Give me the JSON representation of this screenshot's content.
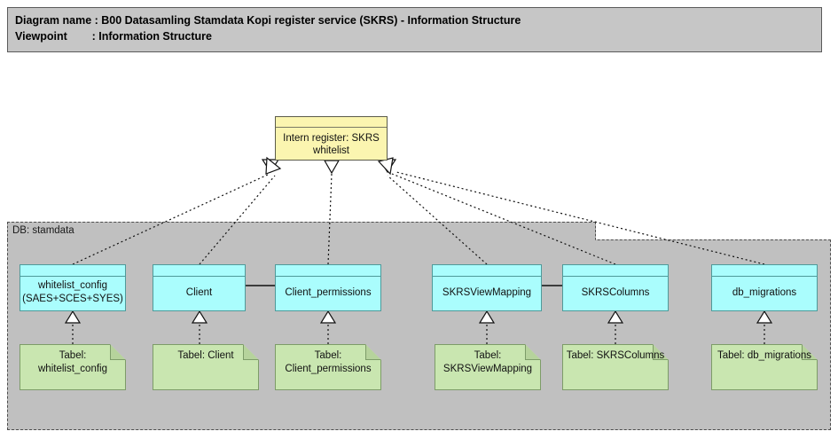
{
  "header": {
    "line1": "Diagram name : B00 Datasamling Stamdata Kopi register service (SKRS) - Information Structure",
    "line2": "Viewpoint        : Information Structure"
  },
  "container": {
    "label": "DB: stamdata"
  },
  "nodes": {
    "register": {
      "label": "Intern register: SKRS\nwhitelist"
    },
    "entities": [
      {
        "label": "whitelist_config\n(SAES+SCES+SYES)"
      },
      {
        "label": "Client"
      },
      {
        "label": "Client_permissions"
      },
      {
        "label": "SKRSViewMapping"
      },
      {
        "label": "SKRSColumns"
      },
      {
        "label": "db_migrations"
      }
    ],
    "tables": [
      {
        "label": "Tabel:\nwhitelist_config"
      },
      {
        "label": "Tabel: Client"
      },
      {
        "label": "Tabel:\nClient_permissions"
      },
      {
        "label": "Tabel:\nSKRSViewMapping"
      },
      {
        "label": "Tabel: SKRSColumns"
      },
      {
        "label": "Tabel: db_migrations"
      }
    ]
  },
  "colors": {
    "header_bg": "#c6c6c6",
    "container_bg": "#c0c0c0",
    "register_fill": "#fbf5b0",
    "entity_fill": "#aafdfd",
    "table_fill": "#c9e6b0",
    "line": "#111111"
  }
}
